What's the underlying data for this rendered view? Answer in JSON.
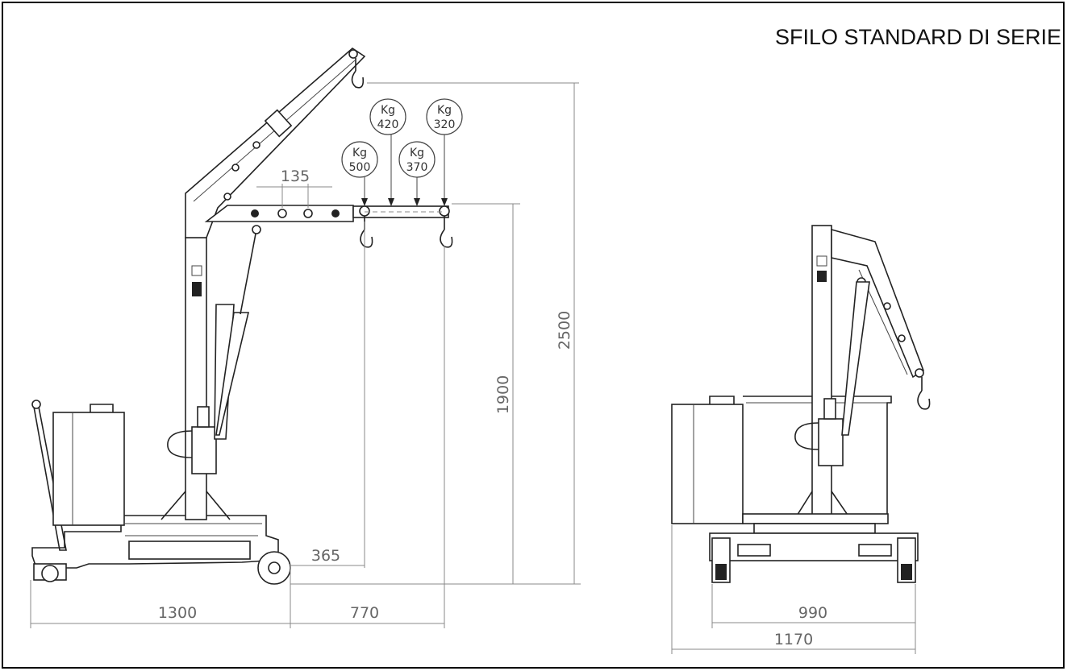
{
  "title": "SFILO STANDARD DI SERIE",
  "load_points": [
    {
      "unit": "Kg",
      "value": "500"
    },
    {
      "unit": "Kg",
      "value": "420"
    },
    {
      "unit": "Kg",
      "value": "370"
    },
    {
      "unit": "Kg",
      "value": "320"
    }
  ],
  "dimensions": {
    "step": "135",
    "offset": "365",
    "base_length": "1300",
    "reach": "770",
    "hook_height": "1900",
    "max_height": "2500",
    "inner_width": "990",
    "outer_width": "1170"
  }
}
